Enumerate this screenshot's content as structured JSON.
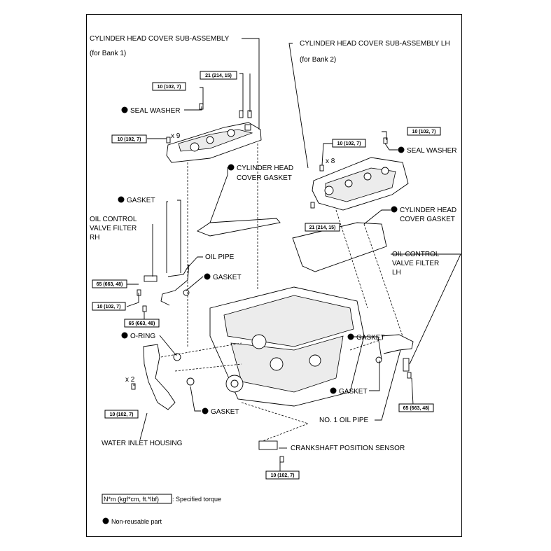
{
  "labels": {
    "head_cover_rh": "CYLINDER HEAD COVER SUB-ASSEMBLY",
    "bank1": "(for Bank 1)",
    "head_cover_lh": "CYLINDER HEAD COVER SUB-ASSEMBLY LH",
    "bank2": "(for Bank 2)",
    "seal_washer_1": "SEAL WASHER",
    "seal_washer_2": "SEAL WASHER",
    "cover_gasket_1_a": "CYLINDER HEAD",
    "cover_gasket_1_b": "COVER GASKET",
    "cover_gasket_2_a": "CYLINDER HEAD",
    "cover_gasket_2_b": "COVER GASKET",
    "gasket_a": "GASKET",
    "gasket_b": "GASKET",
    "gasket_c": "GASKET",
    "gasket_d": "GASKET",
    "gasket_e": "GASKET",
    "ocv_rh_1": "OIL CONTROL",
    "ocv_rh_2": "VALVE FILTER",
    "ocv_rh_3": "RH",
    "ocv_lh_1": "OIL CONTROL",
    "ocv_lh_2": "VALVE FILTER",
    "ocv_lh_3": "LH",
    "oil_pipe": "OIL PIPE",
    "o_ring": "O-RING",
    "water_inlet": "WATER INLET HOUSING",
    "no1_oil_pipe": "NO. 1 OIL PIPE",
    "crank_sensor": "CRANKSHAFT POSITION SENSOR",
    "x9": "x 9",
    "x8": "x 8",
    "x2": "x 2"
  },
  "torques": {
    "t1": "10 (102, 7)",
    "t2": "21 (214, 15)",
    "t3": "10 (102, 7)",
    "t4": "10 (102, 7)",
    "t5": "10 (102, 7)",
    "t6": "21 (214, 15)",
    "t7": "65 (663, 48)",
    "t8": "10 (102, 7)",
    "t9": "65 (663, 48)",
    "t10": "65 (663, 48)",
    "t11": "10 (102, 7)",
    "t12": "10 (102, 7)"
  },
  "legend": {
    "torque_key": "N*m (kgf*cm, ft.*lbf)",
    "torque_desc": ": Specified torque",
    "nonreusable": "Non-reusable part"
  }
}
